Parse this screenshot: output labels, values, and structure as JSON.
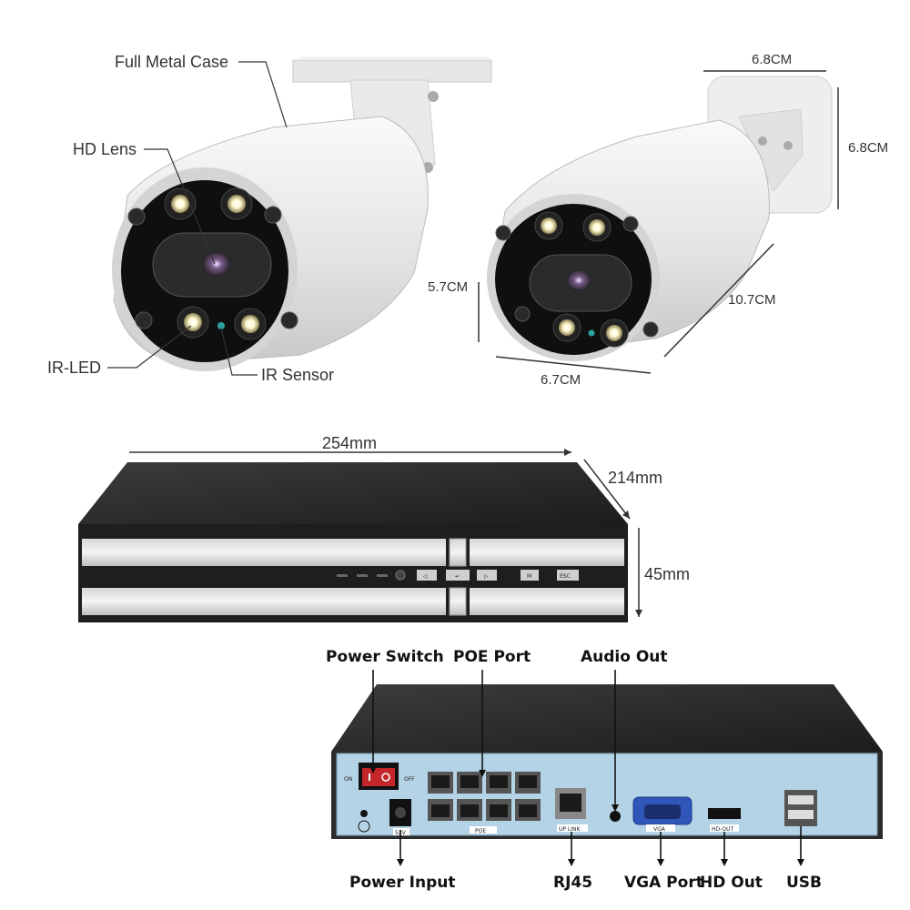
{
  "camera_labels": {
    "full_metal_case": "Full Metal Case",
    "hd_lens": "HD Lens",
    "ir_led": "IR-LED",
    "ir_sensor": "IR Sensor"
  },
  "camera_dimensions": {
    "width_top": "6.8CM",
    "height_side": "6.8CM",
    "front_height": "5.7CM",
    "length": "10.7CM",
    "front_width": "6.7CM"
  },
  "nvr_dimensions": {
    "width": "254mm",
    "depth": "214mm",
    "height": "45mm"
  },
  "nvr_front_buttons": [
    "◁",
    "↵",
    "▷",
    "M",
    "ESC"
  ],
  "rear_labels": {
    "power_switch": "Power Switch",
    "poe_port": "POE Port",
    "audio_out": "Audio Out",
    "power_input": "Power Input",
    "rj45": "RJ45",
    "vga_port": "VGA Port",
    "hd_out": "HD Out",
    "usb": "USB"
  },
  "rear_panel_print": {
    "on": "ON",
    "off": "OFF",
    "volt": "52V",
    "poe": "POE",
    "uplink": "UP LINK",
    "vga": "VGA",
    "hdout": "HD-OUT"
  },
  "colors": {
    "rear_panel": "#b5d3e6",
    "case_dark": "#2b2b2b",
    "camera_white": "#eeeeee"
  }
}
